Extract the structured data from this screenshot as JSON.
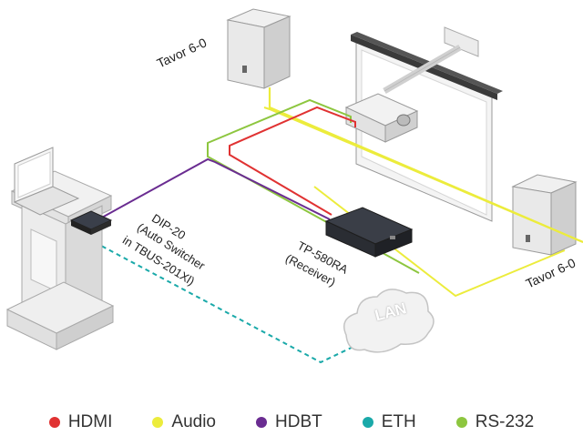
{
  "colors": {
    "hdmi": "#e03232",
    "audio": "#ecec3c",
    "hdbt": "#6a2c91",
    "eth": "#1aa9a9",
    "rs232": "#8dc63f"
  },
  "labels": {
    "speaker_top": "Tavor 6-0",
    "speaker_right": "Tavor 6-0",
    "dip_line1": "DIP-20",
    "dip_line2": "(Auto Switcher",
    "dip_line3": "in TBUS-201Xl)",
    "receiver_line1": "TP-580RA",
    "receiver_line2": "(Receiver)",
    "lan": "LAN"
  },
  "legend": [
    {
      "label": "HDMI",
      "color_key": "hdmi"
    },
    {
      "label": "Audio",
      "color_key": "audio"
    },
    {
      "label": "HDBT",
      "color_key": "hdbt"
    },
    {
      "label": "ETH",
      "color_key": "eth"
    },
    {
      "label": "RS-232",
      "color_key": "rs232"
    }
  ]
}
